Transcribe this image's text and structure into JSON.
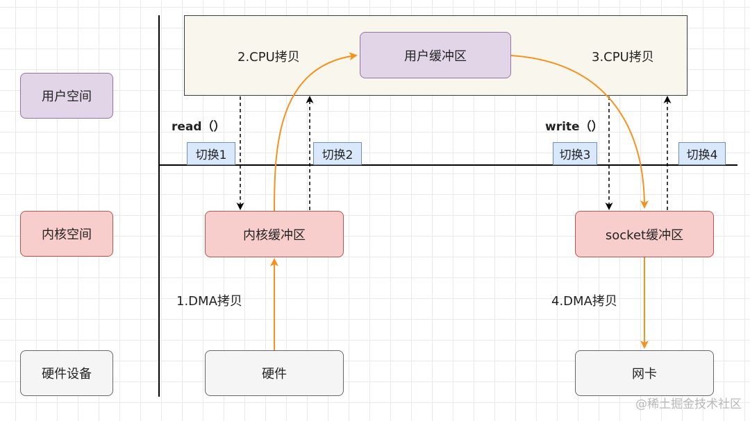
{
  "layers": {
    "user_space": "用户空间",
    "kernel_space": "内核空间",
    "hardware_devices": "硬件设备"
  },
  "nodes": {
    "user_buffer": "用户缓冲区",
    "kernel_buffer": "内核缓冲区",
    "socket_buffer": "socket缓冲区",
    "hardware": "硬件",
    "nic": "网卡"
  },
  "copies": {
    "dma_copy_1": "1.DMA拷贝",
    "cpu_copy_2": "2.CPU拷贝",
    "cpu_copy_3": "3.CPU拷贝",
    "dma_copy_4": "4.DMA拷贝"
  },
  "calls": {
    "read": "read（）",
    "write": "write（）"
  },
  "switches": {
    "switch1": "切换1",
    "switch2": "切换2",
    "switch3": "切换3",
    "switch4": "切换4"
  },
  "colors": {
    "copy_arrow": "#f5921e",
    "switch_arrow": "#000000"
  },
  "watermark": "@稀土掘金技术社区"
}
